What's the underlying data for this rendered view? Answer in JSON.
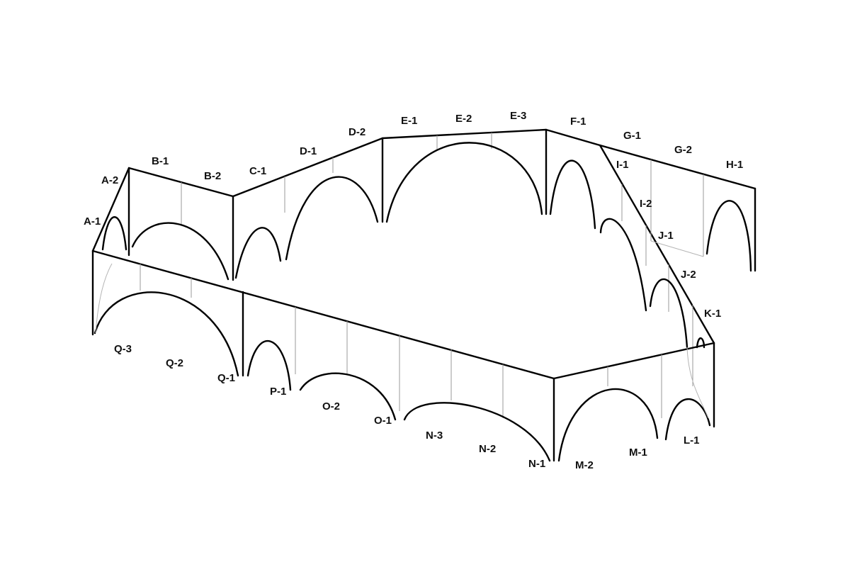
{
  "diagram": {
    "labels": {
      "A_1": "A-1",
      "A_2": "A-2",
      "B_1": "B-1",
      "B_2": "B-2",
      "C_1": "C-1",
      "D_1": "D-1",
      "D_2": "D-2",
      "E_1": "E-1",
      "E_2": "E-2",
      "E_3": "E-3",
      "F_1": "F-1",
      "G_1": "G-1",
      "G_2": "G-2",
      "H_1": "H-1",
      "I_1": "I-1",
      "I_2": "I-2",
      "J_1": "J-1",
      "J_2": "J-2",
      "K_1": "K-1",
      "L_1": "L-1",
      "M_1": "M-1",
      "M_2": "M-2",
      "N_1": "N-1",
      "N_2": "N-2",
      "N_3": "N-3",
      "O_1": "O-1",
      "O_2": "O-2",
      "P_1": "P-1",
      "Q_1": "Q-1",
      "Q_2": "Q-2",
      "Q_3": "Q-3"
    }
  }
}
